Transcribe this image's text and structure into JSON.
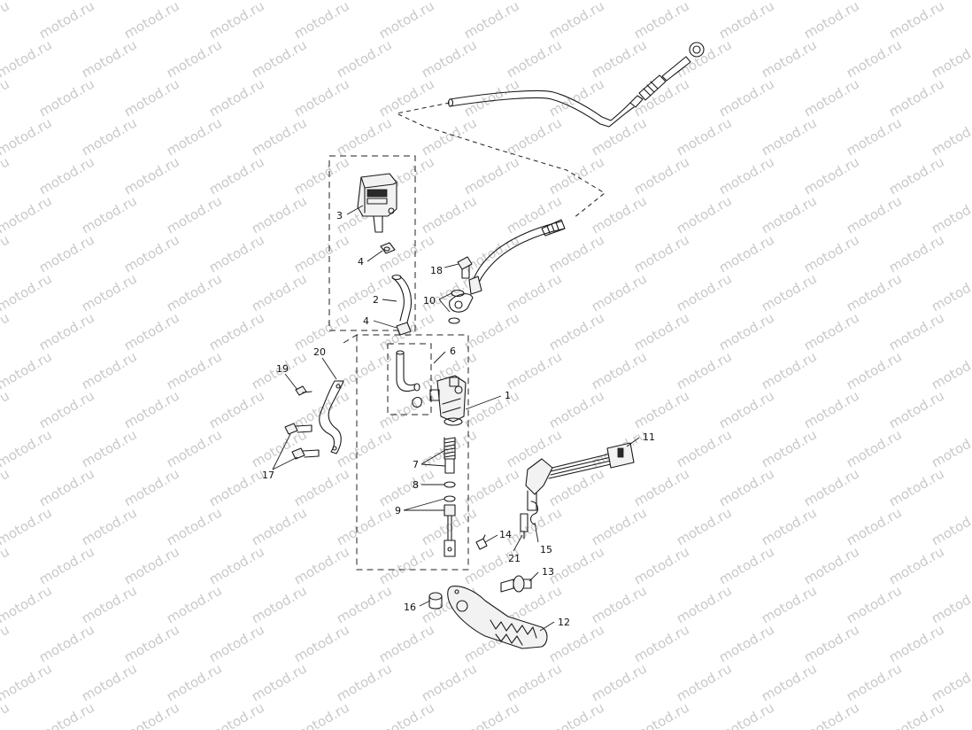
{
  "watermark": {
    "text": "motod.ru",
    "color": "#c9c9c9"
  },
  "callouts": [
    {
      "id": "1",
      "label": "1"
    },
    {
      "id": "2",
      "label": "2"
    },
    {
      "id": "3",
      "label": "3"
    },
    {
      "id": "4a",
      "label": "4"
    },
    {
      "id": "4b",
      "label": "4"
    },
    {
      "id": "6",
      "label": "6"
    },
    {
      "id": "7",
      "label": "7"
    },
    {
      "id": "8",
      "label": "8"
    },
    {
      "id": "9",
      "label": "9"
    },
    {
      "id": "10",
      "label": "10"
    },
    {
      "id": "11",
      "label": "11"
    },
    {
      "id": "12",
      "label": "12"
    },
    {
      "id": "13",
      "label": "13"
    },
    {
      "id": "14",
      "label": "14"
    },
    {
      "id": "15",
      "label": "15"
    },
    {
      "id": "16",
      "label": "16"
    },
    {
      "id": "17",
      "label": "17"
    },
    {
      "id": "18",
      "label": "18"
    },
    {
      "id": "19",
      "label": "19"
    },
    {
      "id": "20",
      "label": "20"
    },
    {
      "id": "21",
      "label": "21"
    }
  ],
  "colors": {
    "line": "#1a1a1a",
    "background": "#ffffff"
  }
}
